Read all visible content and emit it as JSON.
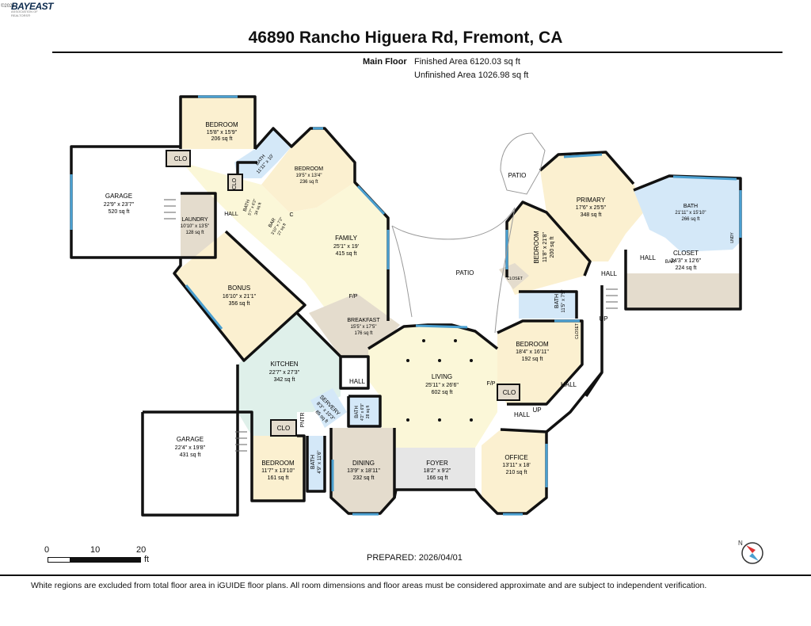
{
  "logo": {
    "copyright": "©2026",
    "brand": "BAYEAST",
    "tagline": "ASSOCIATION OF REALTORS®"
  },
  "title": "46890 Rancho Higuera Rd, Fremont, CA",
  "floor": {
    "name": "Main Floor",
    "finished": "Finished Area 6120.03 sq ft",
    "unfinished": "Unfinished Area 1026.98 sq ft"
  },
  "rooms": [
    {
      "name": "BEDROOM",
      "dims": "15'8\" x 15'9\"",
      "area": "206 sq ft"
    },
    {
      "name": "BEDROOM",
      "dims": "19'5\" x 13'4\"",
      "area": "236 sq ft"
    },
    {
      "name": "GARAGE",
      "dims": "22'9\" x 23'7\"",
      "area": "520 sq ft"
    },
    {
      "name": "LAUNDRY",
      "dims": "10'10\" x 13'5\"",
      "area": "128 sq ft"
    },
    {
      "name": "FAMILY",
      "dims": "25'1\" x 19'",
      "area": "415 sq ft"
    },
    {
      "name": "BONUS",
      "dims": "16'10\" x 21'1\"",
      "area": "356 sq ft"
    },
    {
      "name": "BREAKFAST",
      "dims": "15'5\" x 17'5\"",
      "area": "176 sq ft"
    },
    {
      "name": "KITCHEN",
      "dims": "22'7\" x 27'3\"",
      "area": "342 sq ft"
    },
    {
      "name": "LIVING",
      "dims": "25'11\" x 26'6\"",
      "area": "602 sq ft"
    },
    {
      "name": "GARAGE",
      "dims": "22'4\" x 19'8\"",
      "area": "431 sq ft"
    },
    {
      "name": "BEDROOM",
      "dims": "11'7\" x 13'10\"",
      "area": "161 sq ft"
    },
    {
      "name": "DINING",
      "dims": "13'9\" x 18'11\"",
      "area": "232 sq ft"
    },
    {
      "name": "FOYER",
      "dims": "18'2\" x 9'2\"",
      "area": "166 sq ft"
    },
    {
      "name": "OFFICE",
      "dims": "13'11\" x 18'",
      "area": "210 sq ft"
    },
    {
      "name": "PRIMARY",
      "dims": "17'6\" x 25'5\"",
      "area": "348 sq ft"
    },
    {
      "name": "BATH",
      "dims": "21'11\" x 15'10\"",
      "area": "266 sq ft"
    },
    {
      "name": "CLOSET",
      "dims": "24'3\" x 12'6\"",
      "area": "224 sq ft"
    },
    {
      "name": "BEDROOM",
      "dims": "18'4\" x 16'11\"",
      "area": "192 sq ft"
    },
    {
      "name": "BEDROOM",
      "dims": "11'8\" x 21'8\"",
      "area": "200 sq ft"
    },
    {
      "name": "BATH",
      "dims": "11'5\" x 7'5\"",
      "area": ""
    },
    {
      "name": "BATH",
      "dims": "4'9\" x 11'6\"",
      "area": ""
    },
    {
      "name": "BATH",
      "dims": "4'2\" x 6'9\"",
      "area": "28 sq ft"
    },
    {
      "name": "SERVERY",
      "dims": "8'3\" x 10'3\"",
      "area": "85 sq ft"
    },
    {
      "name": "BATH",
      "dims": "11'11\" x 10'",
      "area": ""
    },
    {
      "name": "BATH",
      "dims": "5'7\" x 6'2\"",
      "area": "34 sq ft"
    },
    {
      "name": "BAR",
      "dims": "3'10\" x 7'2\"",
      "area": "27 sq ft"
    }
  ],
  "labels": {
    "patio": "PATIO",
    "patio2": "PATIO",
    "hall": "HALL",
    "clo": "CLO",
    "closet": "CLOSET",
    "up": "UP",
    "fp": "F/P",
    "pntr": "PNTR",
    "bar": "BAR",
    "c": "C",
    "lndy": "LNDY"
  },
  "scale": {
    "t0": "0",
    "t1": "10",
    "t2": "20",
    "unit": "ft"
  },
  "prepared": "PREPARED: 2026/04/01",
  "compass": "N",
  "disclaimer": "White regions are excluded from total floor area in iGUIDE floor plans. All room dimensions and floor areas must be considered approximate and are subject to independent verification.",
  "colors": {
    "bedroom": "#fbf0d0",
    "garage": "#ffffff",
    "family": "#fbf7d8",
    "bath": "#d4e8f8",
    "kitchen": "#dff0ea",
    "breakfast": "#e4dccd",
    "foyer": "#e6e6e6",
    "closet": "#e4dccd",
    "wall": "#111111",
    "window": "#4a9fd0"
  }
}
